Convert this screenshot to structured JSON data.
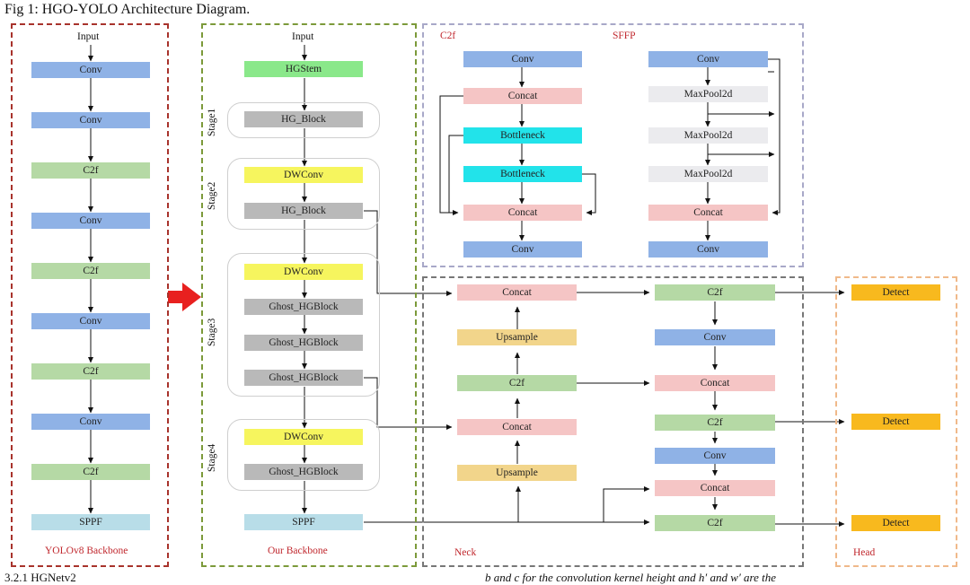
{
  "caption": "Fig 1: HGO-YOLO Architecture Diagram.",
  "bottom_left_text": "3.2.1 HGNetv2",
  "bottom_right_text": "b and c for the convolution kernel height and h′ and w′ are the",
  "yolov8": {
    "label": "YOLOv8 Backbone",
    "input": "Input",
    "blocks": [
      "Conv",
      "Conv",
      "C2f",
      "Conv",
      "C2f",
      "Conv",
      "C2f",
      "Conv",
      "C2f",
      "SPPF"
    ]
  },
  "ours": {
    "label": "Our Backbone",
    "input": "Input",
    "stem": "HGStem",
    "stages": [
      "Stage1",
      "Stage2",
      "Stage3",
      "Stage4"
    ],
    "stage1": [
      "HG_Block"
    ],
    "stage2": [
      "DWConv",
      "HG_Block"
    ],
    "stage3": [
      "DWConv",
      "Ghost_HGBlock",
      "Ghost_HGBlock",
      "Ghost_HGBlock"
    ],
    "stage4": [
      "DWConv",
      "Ghost_HGBlock"
    ],
    "sppf": "SPPF"
  },
  "c2f": {
    "label": "C2f",
    "blocks": [
      "Conv",
      "Concat",
      "Bottleneck",
      "Bottleneck",
      "Concat",
      "Conv"
    ]
  },
  "sffp": {
    "label": "SFFP",
    "blocks": [
      "Conv",
      "MaxPool2d",
      "MaxPool2d",
      "MaxPool2d",
      "Concat",
      "Conv"
    ]
  },
  "neck": {
    "label": "Neck",
    "left": [
      "Concat",
      "Upsample",
      "C2f",
      "Concat",
      "Upsample"
    ],
    "right": [
      "C2f",
      "Conv",
      "Concat",
      "C2f",
      "Conv",
      "Concat",
      "C2f"
    ]
  },
  "head": {
    "label": "Head",
    "detect": [
      "Detect",
      "Detect",
      "Detect"
    ]
  },
  "colors": {
    "conv": "#8fb2e6",
    "c2f": "#b5d9a5",
    "sppf": "#b8dde8",
    "hgstem": "#8ae88a",
    "hg_block": "#b9b9b9",
    "dwconv": "#f6f55e",
    "concat": "#f5c5c5",
    "bottleneck": "#22e3ea",
    "maxpool": "#ebebee",
    "upsample": "#f2d58b",
    "detect": "#f8b91e",
    "red_arrow": "#e8201f",
    "label_red": "#c0272d"
  }
}
